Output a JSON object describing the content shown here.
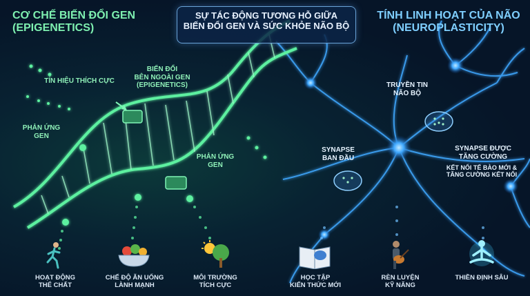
{
  "header": {
    "left_title": "CƠ CHẾ BIẾN ĐỔI GEN\n(EPIGENETICS)",
    "center_title": "SỰ TÁC ĐỘNG TƯƠNG HỖ GIỮA\nBIẾN ĐỔI GEN VÀ SỨC KHỎE NÃO BỘ",
    "right_title": "TÍNH LINH HOẠT CỦA NÃO\n(NEUROPLASTICITY)"
  },
  "dna_labels": {
    "positive_signal": "TÍN HIỆU THÍCH CỰC",
    "external_change": "BIẾN ĐỔI\nBÊN NGOÀI GEN\n(EPIGENETICS)",
    "gene_response_left": "PHẢN ỨNG\nGEN",
    "gene_response_right": "PHẢN ỨNG\nGEN"
  },
  "brain_labels": {
    "transmission": "TRUYỀN TIN\nNÃO BỘ",
    "initial_synapse": "SYNAPSE\nBAN ĐẦU",
    "enhanced_synapse": "SYNAPSE ĐƯỢC\nTĂNG CƯỜNG",
    "new_connections": "KẾT NỐI TẾ BÀO MỚI &\nTĂNG CƯỜNG KẾT NỐI"
  },
  "factors": [
    {
      "label": "HOẠT ĐỘNG\nTHỂ CHẤT",
      "icon": "runner-icon"
    },
    {
      "label": "CHẾ ĐỘ ĂN UỐNG\nLÀNH MẠNH",
      "icon": "food-bowl-icon"
    },
    {
      "label": "MÔI TRƯỜNG\nTÍCH CỰC",
      "icon": "tree-sun-icon"
    },
    {
      "label": "HỌC TẬP\nKIẾN THỨC MỚI",
      "icon": "book-brain-icon"
    },
    {
      "label": "RÈN LUYỆN\nKỸ NĂNG",
      "icon": "guitarist-icon"
    },
    {
      "label": "THIỀN ĐỊNH SÂU",
      "icon": "meditation-icon"
    }
  ],
  "colors": {
    "dna_green": "#5df0a0",
    "neuron_blue": "#3fa8ff",
    "background": "#071426"
  }
}
